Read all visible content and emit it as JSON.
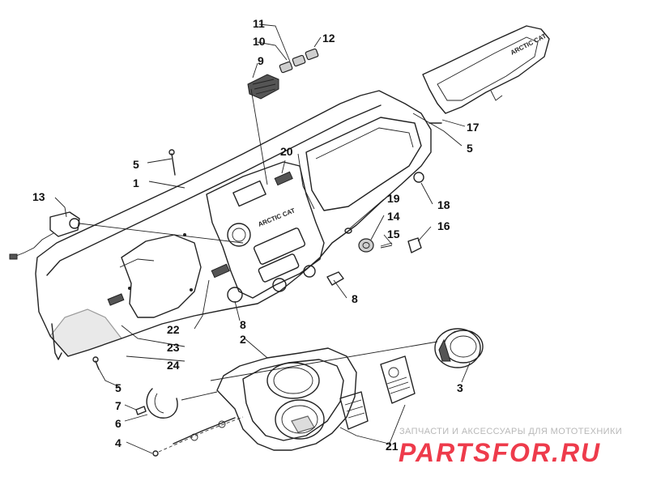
{
  "diagram": {
    "callouts": [
      "1",
      "2",
      "3",
      "4",
      "5",
      "5",
      "5",
      "6",
      "7",
      "8",
      "8",
      "9",
      "10",
      "11",
      "12",
      "13",
      "14",
      "15",
      "16",
      "17",
      "18",
      "19",
      "20",
      "21",
      "22",
      "23",
      "24"
    ],
    "embossed_text": "ARCTIC CAT"
  },
  "watermark": {
    "subtitle": "ЗАПЧАСТИ И АКСЕССУАРЫ ДЛЯ МОТОТЕХНИКИ",
    "logo": "PARTSFOR.RU",
    "logo_color": "#ee3b4b"
  }
}
